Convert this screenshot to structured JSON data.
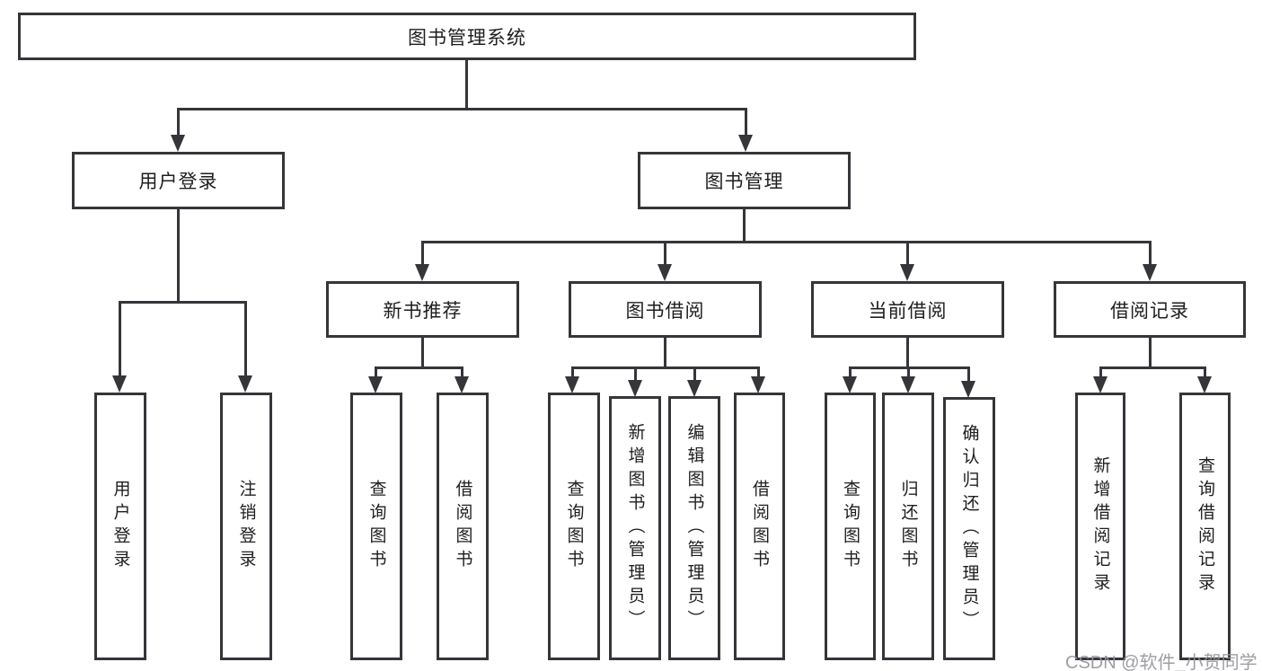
{
  "diagram": {
    "root": {
      "label": "图书管理系统"
    },
    "level2": [
      {
        "id": "user-login",
        "label": "用户登录"
      },
      {
        "id": "book-management",
        "label": "图书管理"
      }
    ],
    "level3": [
      {
        "id": "new-book-recommend",
        "label": "新书推荐"
      },
      {
        "id": "book-borrow",
        "label": "图书借阅"
      },
      {
        "id": "current-borrow",
        "label": "当前借阅"
      },
      {
        "id": "borrow-records",
        "label": "借阅记录"
      }
    ],
    "leaves": [
      {
        "id": "user-login-leaf",
        "parent": "user-login",
        "label": "用户登录"
      },
      {
        "id": "logout",
        "parent": "user-login",
        "label": "注销登录"
      },
      {
        "id": "query-books-a",
        "parent": "new-book-recommend",
        "label": "查询图书"
      },
      {
        "id": "borrow-books-a",
        "parent": "new-book-recommend",
        "label": "借阅图书"
      },
      {
        "id": "query-books-b",
        "parent": "book-borrow",
        "label": "查询图书"
      },
      {
        "id": "add-books-admin",
        "parent": "book-borrow",
        "label": "新增图书（管理员）"
      },
      {
        "id": "edit-books-admin",
        "parent": "book-borrow",
        "label": "编辑图书（管理员）"
      },
      {
        "id": "borrow-books-b",
        "parent": "book-borrow",
        "label": "借阅图书"
      },
      {
        "id": "query-books-c",
        "parent": "current-borrow",
        "label": "查询图书"
      },
      {
        "id": "return-books",
        "parent": "current-borrow",
        "label": "归还图书"
      },
      {
        "id": "confirm-return-admin",
        "parent": "current-borrow",
        "label": "确认归还（管理员）"
      },
      {
        "id": "add-borrow-record",
        "parent": "borrow-records",
        "label": "新增借阅记录"
      },
      {
        "id": "query-borrow-record",
        "parent": "borrow-records",
        "label": "查询借阅记录"
      }
    ]
  },
  "watermark": {
    "text": "CSDN @软件_小贺同学"
  },
  "colors": {
    "line": "#35353a",
    "box_border": "#35353a",
    "text": "#1e1e1e",
    "background": "#ffffff",
    "watermark": "#949499"
  }
}
